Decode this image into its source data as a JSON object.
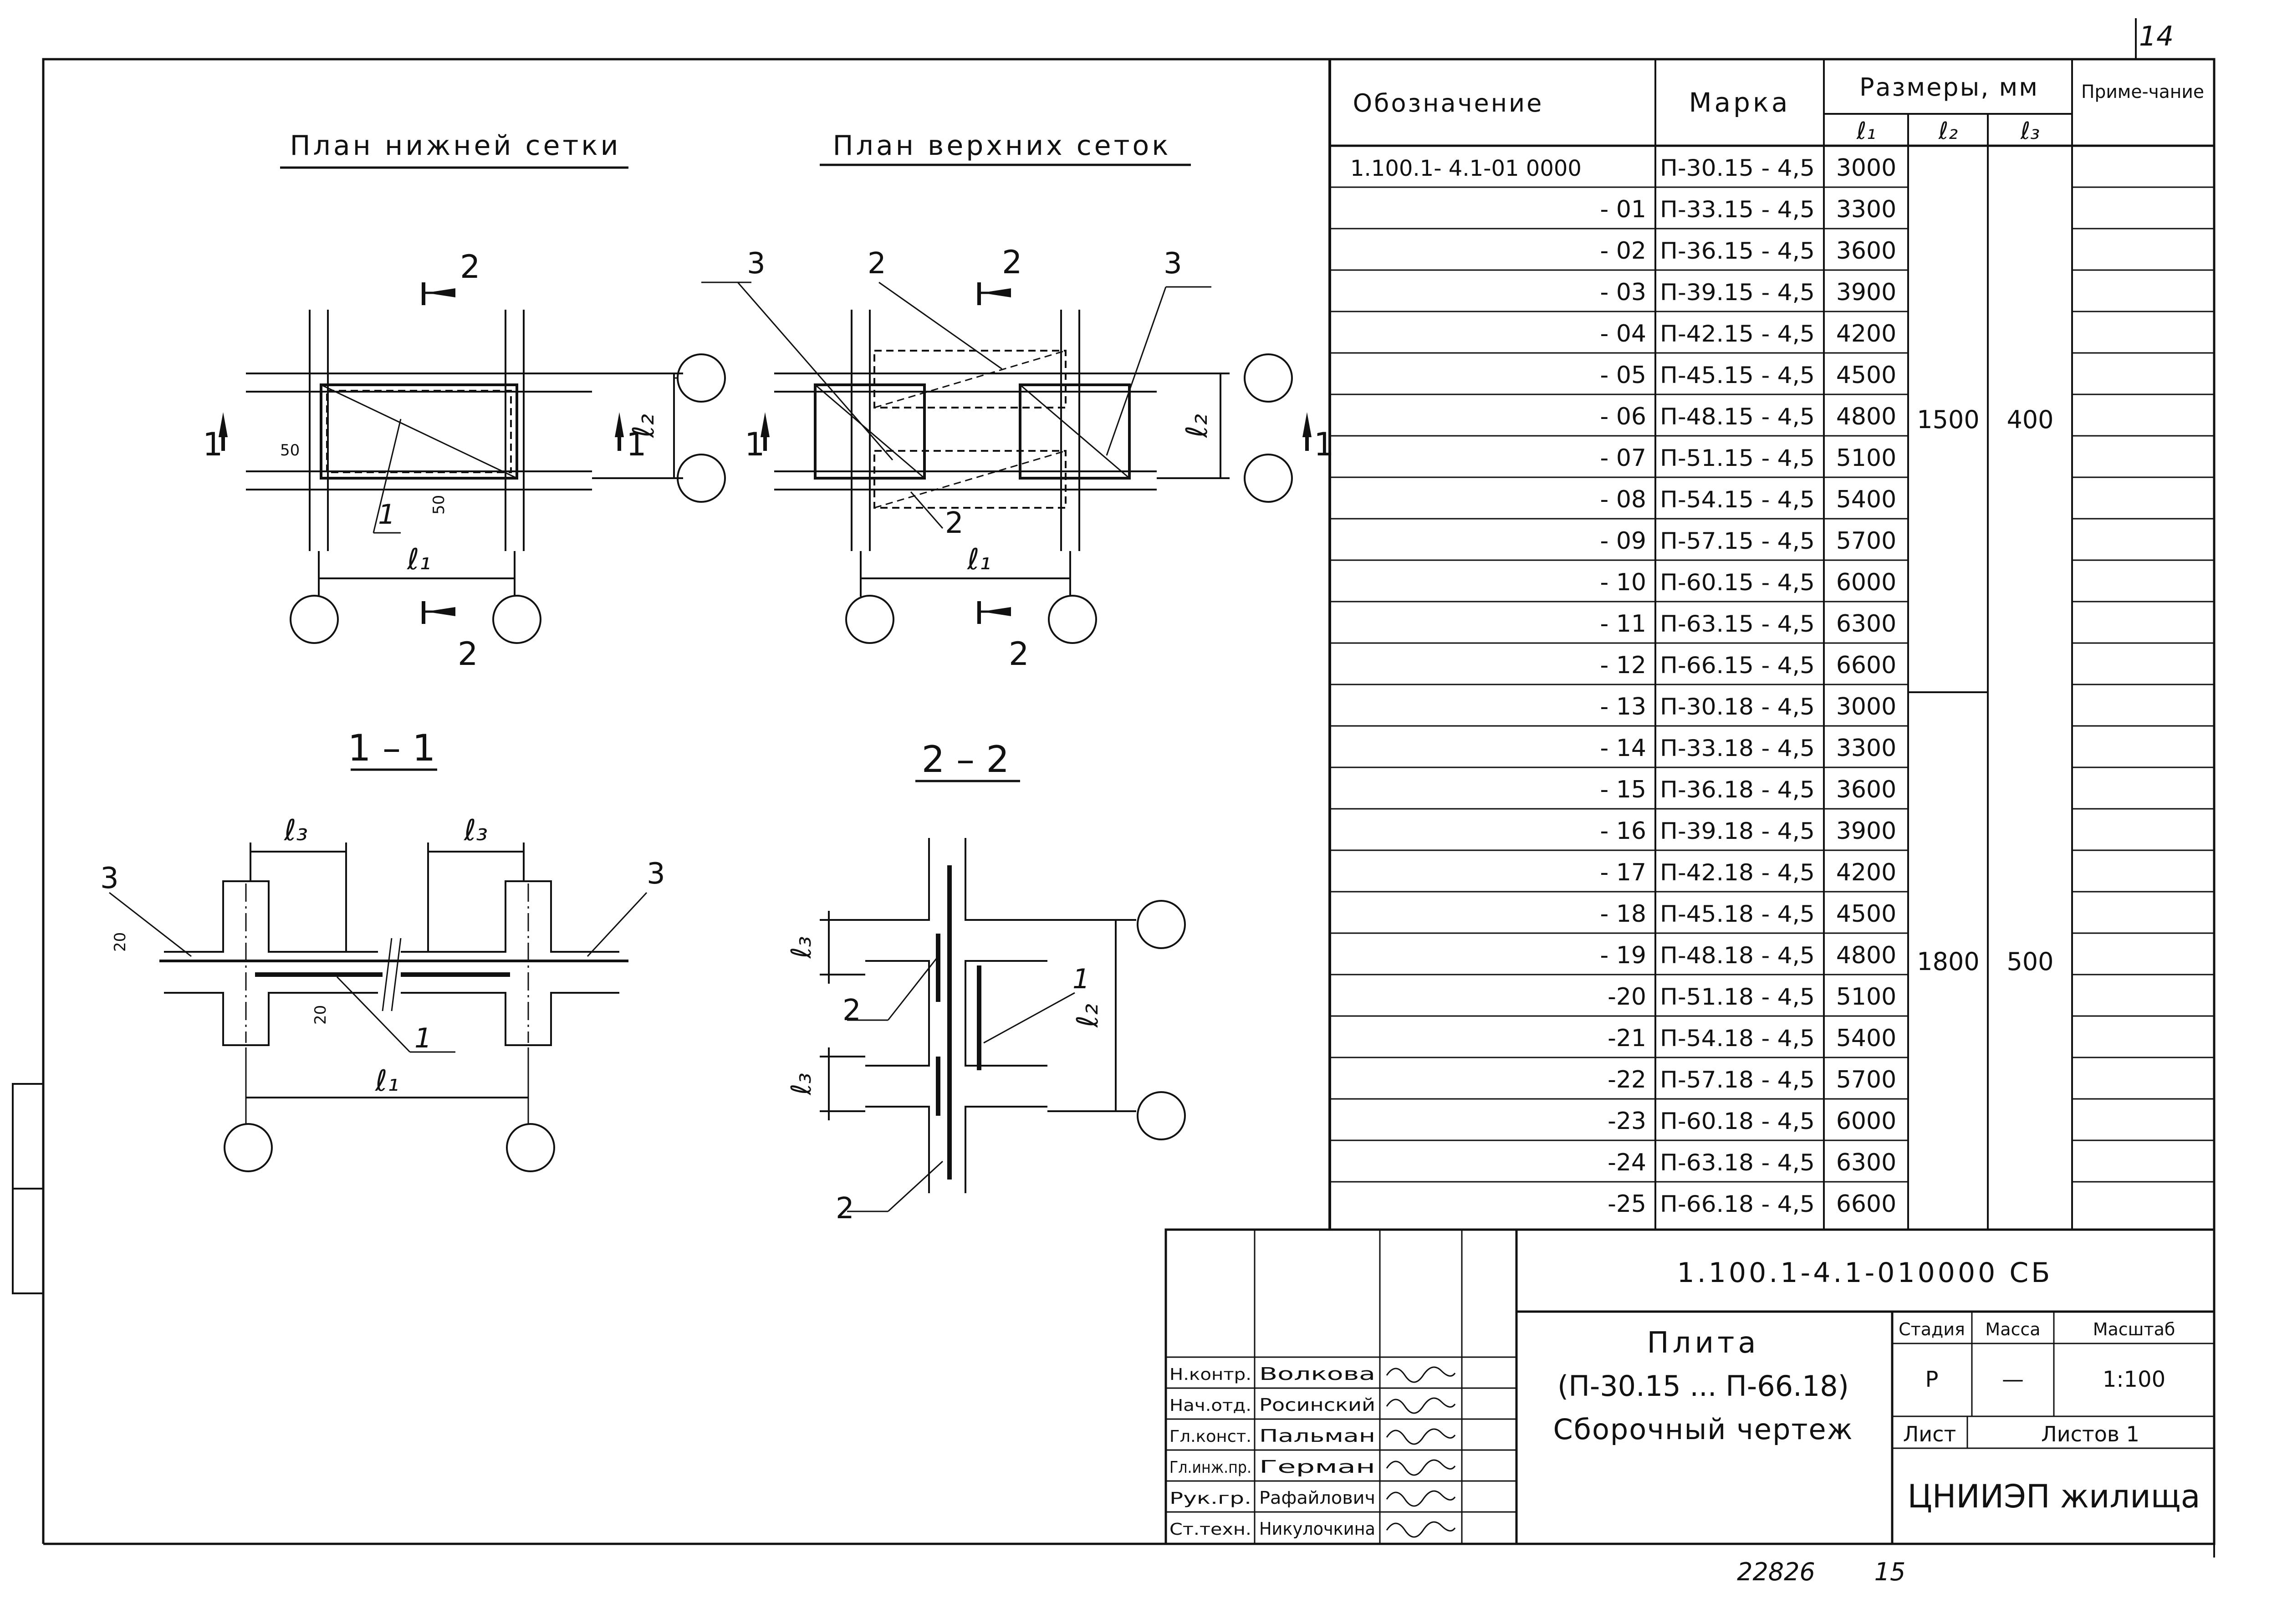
{
  "sheet_number": "14",
  "drawing_titles": {
    "lower_mesh_plan": "План нижней сетки",
    "upper_mesh_plan": "План верхних сеток",
    "section_1": "1 – 1",
    "section_2": "2 – 2"
  },
  "labels": {
    "cut_1": "1",
    "cut_2": "2",
    "pos_1": "1",
    "pos_2": "2",
    "pos_3": "3",
    "l1": "ℓ₁",
    "l2": "ℓ₂",
    "l3": "ℓ₃",
    "dim_50": "50",
    "dim_20": "20"
  },
  "spec_table": {
    "headers": {
      "designation": "Обозначение",
      "mark": "Марка",
      "sizes": "Размеры, мм",
      "l1": "ℓ₁",
      "l2": "ℓ₂",
      "l3": "ℓ₃",
      "note": "Приме-чание"
    },
    "rows": [
      {
        "designation": "1.100.1- 4.1-01 0000",
        "mark": "П-30.15 - 4,5",
        "l1": "3000"
      },
      {
        "designation": "- 01",
        "mark": "П-33.15 - 4,5",
        "l1": "3300"
      },
      {
        "designation": "- 02",
        "mark": "П-36.15 - 4,5",
        "l1": "3600"
      },
      {
        "designation": "- 03",
        "mark": "П-39.15 - 4,5",
        "l1": "3900"
      },
      {
        "designation": "- 04",
        "mark": "П-42.15 - 4,5",
        "l1": "4200"
      },
      {
        "designation": "- 05",
        "mark": "П-45.15 - 4,5",
        "l1": "4500"
      },
      {
        "designation": "- 06",
        "mark": "П-48.15 - 4,5",
        "l1": "4800"
      },
      {
        "designation": "- 07",
        "mark": "П-51.15 - 4,5",
        "l1": "5100"
      },
      {
        "designation": "- 08",
        "mark": "П-54.15 - 4,5",
        "l1": "5400"
      },
      {
        "designation": "- 09",
        "mark": "П-57.15 - 4,5",
        "l1": "5700"
      },
      {
        "designation": "- 10",
        "mark": "П-60.15 - 4,5",
        "l1": "6000"
      },
      {
        "designation": "- 11",
        "mark": "П-63.15 - 4,5",
        "l1": "6300"
      },
      {
        "designation": "- 12",
        "mark": "П-66.15 - 4,5",
        "l1": "6600"
      },
      {
        "designation": "- 13",
        "mark": "П-30.18 - 4,5",
        "l1": "3000"
      },
      {
        "designation": "- 14",
        "mark": "П-33.18 - 4,5",
        "l1": "3300"
      },
      {
        "designation": "- 15",
        "mark": "П-36.18 - 4,5",
        "l1": "3600"
      },
      {
        "designation": "- 16",
        "mark": "П-39.18 - 4,5",
        "l1": "3900"
      },
      {
        "designation": "- 17",
        "mark": "П-42.18 - 4,5",
        "l1": "4200"
      },
      {
        "designation": "- 18",
        "mark": "П-45.18 - 4,5",
        "l1": "4500"
      },
      {
        "designation": "- 19",
        "mark": "П-48.18 - 4,5",
        "l1": "4800"
      },
      {
        "designation": "-20",
        "mark": "П-51.18 - 4,5",
        "l1": "5100"
      },
      {
        "designation": "-21",
        "mark": "П-54.18 - 4,5",
        "l1": "5400"
      },
      {
        "designation": "-22",
        "mark": "П-57.18 - 4,5",
        "l1": "5700"
      },
      {
        "designation": "-23",
        "mark": "П-60.18 - 4,5",
        "l1": "6000"
      },
      {
        "designation": "-24",
        "mark": "П-63.18 - 4,5",
        "l1": "6300"
      },
      {
        "designation": "-25",
        "mark": "П-66.18 - 4,5",
        "l1": "6600"
      }
    ],
    "groups": [
      {
        "l2": "1500",
        "l3": "400"
      },
      {
        "l2": "1800",
        "l3": "500"
      }
    ]
  },
  "title_block": {
    "doc_code": "1.100.1-4.1-010000 СБ",
    "title_lines": [
      "Плита",
      "(П-30.15 ... П-66.18)",
      "Сборочный чертеж"
    ],
    "stage_header": "Стадия",
    "mass_header": "Масса",
    "scale_header": "Масштаб",
    "stage": "Р",
    "mass": "—",
    "scale": "1:100",
    "sheet_label": "Лист",
    "sheets_label": "Листов 1",
    "organization": "ЦНИИЭП жилища",
    "staff": [
      {
        "role": "Н.контр.",
        "name": "Волкова"
      },
      {
        "role": "Нач.отд.",
        "name": "Росинский"
      },
      {
        "role": "Гл.конст.",
        "name": "Пальман"
      },
      {
        "role": "Гл.инж.пр.",
        "name": "Герман"
      },
      {
        "role": "Рук.гр.",
        "name": "Рафайлович"
      },
      {
        "role": "Ст.техн.",
        "name": "Никулочкина"
      }
    ]
  },
  "footer": {
    "inventory_number": "22826",
    "page": "15"
  }
}
